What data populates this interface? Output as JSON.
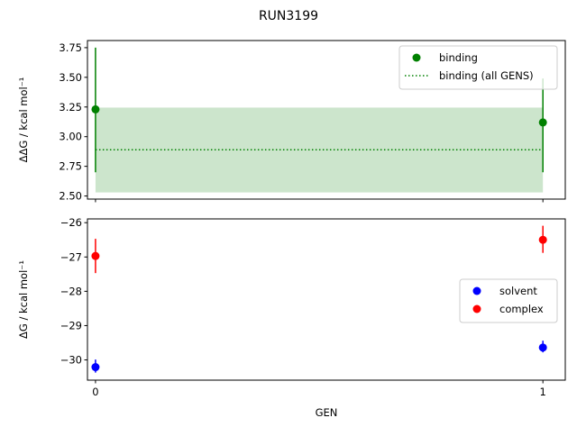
{
  "chart_data": {
    "suptitle": "RUN3199",
    "panels": [
      {
        "type": "scatter",
        "ylabel": "ΔΔG / kcal mol⁻¹",
        "xlim": [
          -0.018,
          1.05
        ],
        "ylim": [
          2.474,
          3.81
        ],
        "yticks": [
          "2.50",
          "2.75",
          "3.00",
          "3.25",
          "3.50",
          "3.75"
        ],
        "ytick_values": [
          2.5,
          2.75,
          3.0,
          3.25,
          3.5,
          3.75
        ],
        "grid": false,
        "legend": "top-right",
        "series": [
          {
            "name": "binding",
            "color": "#008000",
            "x": [
              0,
              1
            ],
            "y": [
              3.23,
              3.12
            ],
            "yerr_low": [
              2.7,
              2.7
            ],
            "yerr_high": [
              3.75,
              3.49
            ]
          }
        ],
        "reference": {
          "name": "binding (all GENS)",
          "color": "#008000",
          "x": [
            0,
            1
          ],
          "y": 2.89,
          "band": [
            2.53,
            3.245
          ],
          "band_color": "#cce5cc"
        }
      },
      {
        "type": "scatter",
        "xlabel": "GEN",
        "ylabel": "ΔG / kcal mol⁻¹",
        "xlim": [
          -0.018,
          1.05
        ],
        "ylim": [
          -30.59,
          -25.89
        ],
        "xticks": [
          "0",
          "1"
        ],
        "xtick_values": [
          0,
          1
        ],
        "yticks": [
          "−30",
          "−29",
          "−28",
          "−27",
          "−26"
        ],
        "ytick_values": [
          -30,
          -29,
          -28,
          -27,
          -26
        ],
        "grid": false,
        "legend": "center-right",
        "series": [
          {
            "name": "solvent",
            "color": "#0000ff",
            "x": [
              0,
              1
            ],
            "y": [
              -30.21,
              -29.64
            ],
            "yerr_low": [
              -30.37,
              -29.78
            ],
            "yerr_high": [
              -29.99,
              -29.44
            ]
          },
          {
            "name": "complex",
            "color": "#ff0000",
            "x": [
              0,
              1
            ],
            "y": [
              -26.97,
              -26.5
            ],
            "yerr_low": [
              -27.47,
              -26.88
            ],
            "yerr_high": [
              -26.47,
              -26.09
            ]
          }
        ]
      }
    ]
  }
}
